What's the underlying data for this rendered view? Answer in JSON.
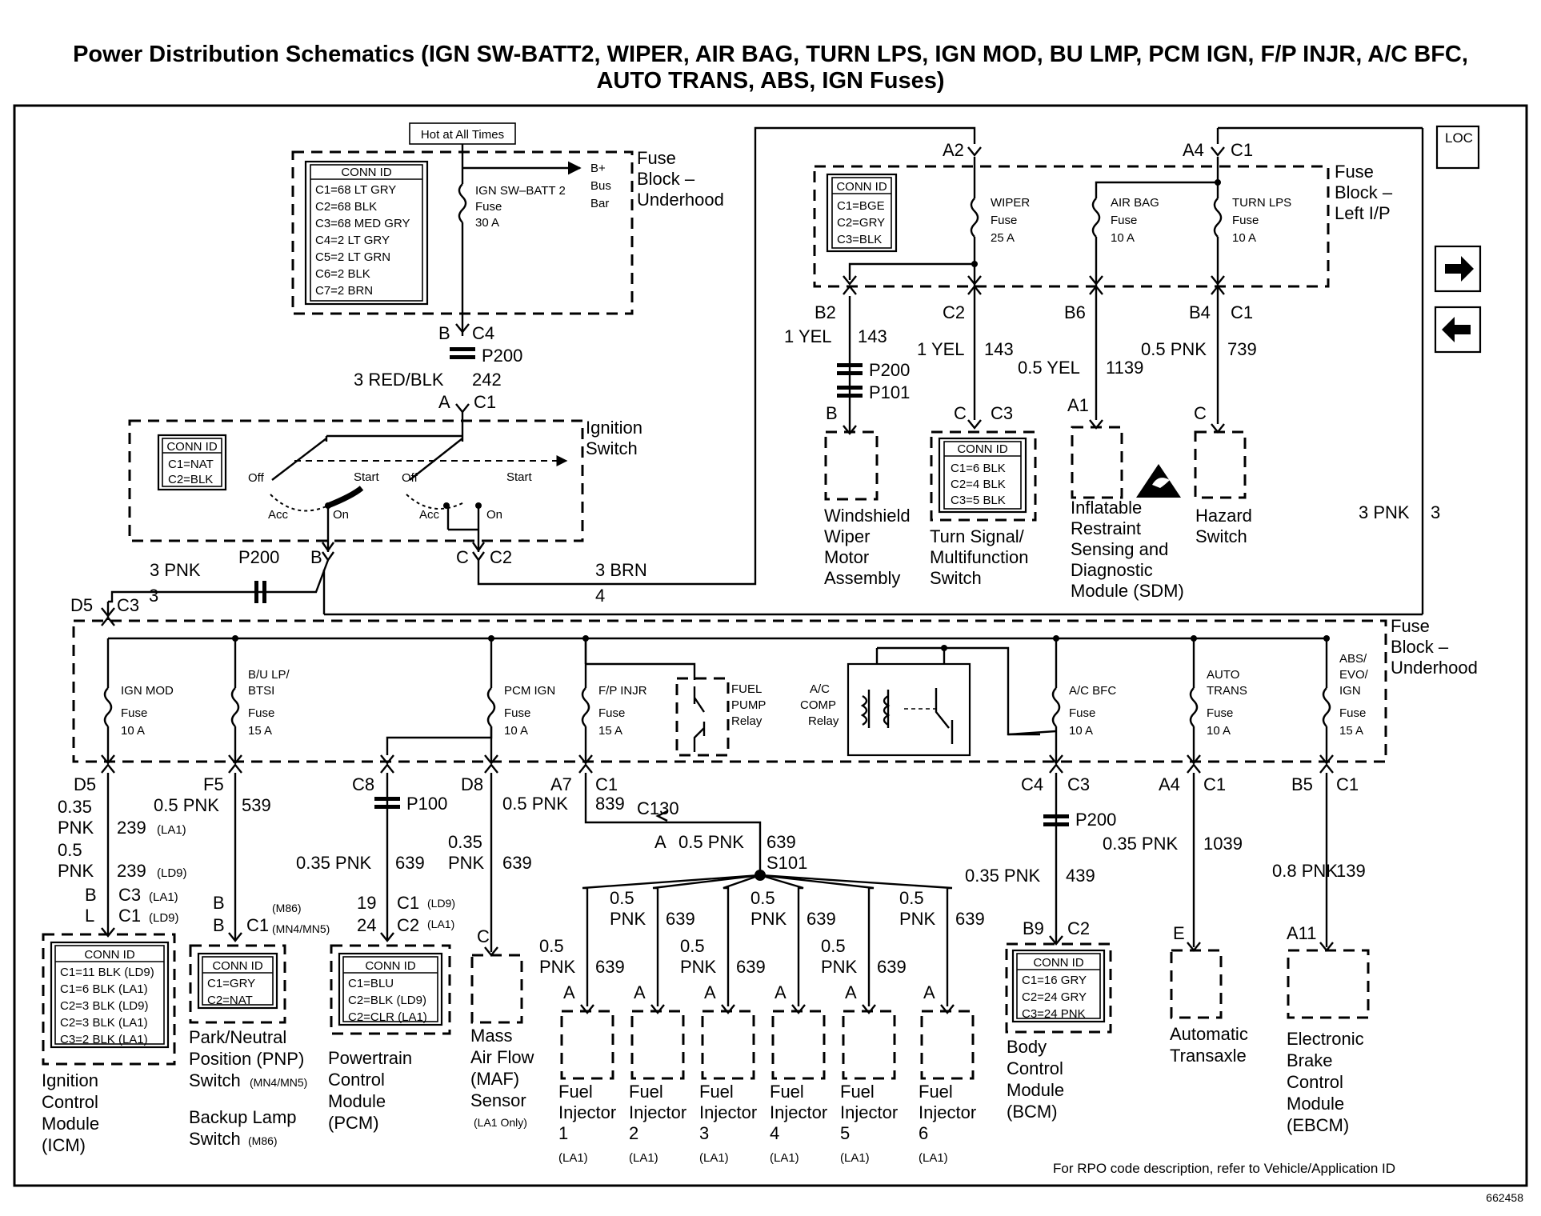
{
  "title": {
    "line1": "Power Distribution Schematics (IGN SW-BATT2, WIPER, AIR BAG, TURN LPS, IGN MOD, BU LMP, PCM IGN, F/P INJR, A/C BFC,",
    "line2": "AUTO TRANS, ABS, IGN Fuses)"
  },
  "hot_at_all_times": "Hot at All Times",
  "loc_icon": "LOC",
  "icons": [
    "loc-icon",
    "arrow-right-icon",
    "arrow-left-icon",
    "airbag-warning-icon"
  ],
  "fuse_block_underhood_top": {
    "label": [
      "Fuse",
      "Block –",
      "Underhood"
    ],
    "conn_title": "CONN ID",
    "conn_rows": [
      "C1=68 LT GRY",
      "C2=68 BLK",
      "C3=68 MED GRY",
      "C4=2 LT GRY",
      "C5=2 LT GRN",
      "C6=2 BLK",
      "C7=2 BRN"
    ],
    "fuse_label": [
      "IGN SW–BATT 2",
      "Fuse",
      "30 A"
    ],
    "busbar": [
      "B+",
      "Bus",
      "Bar"
    ],
    "out_pin": "B",
    "out_conn": "C4"
  },
  "p200_top": "P200",
  "wire_242": {
    "color": "3 RED/BLK",
    "circuit": "242"
  },
  "ign_switch": {
    "in_pin": "A",
    "in_conn": "C1",
    "label": [
      "Ignition",
      "Switch"
    ],
    "conn_title": "CONN ID",
    "conn_rows": [
      "C1=NAT",
      "C2=BLK"
    ],
    "positions": [
      "Off",
      "Start",
      "Acc",
      "On",
      "Off",
      "Start",
      "Acc",
      "On"
    ],
    "out_b": "B",
    "out_c": "C",
    "out_c2": "C2"
  },
  "wire_3pnk": {
    "color": "3 PNK",
    "circuit": "3",
    "splice": "P200"
  },
  "wire_3brn": {
    "color": "3 BRN",
    "circuit": "4"
  },
  "wire_right_3pnk": {
    "color": "3 PNK",
    "circuit": "3"
  },
  "fuse_block_lip": {
    "label": [
      "Fuse",
      "Block –",
      "Left I/P"
    ],
    "conn_title": "CONN ID",
    "conn_rows": [
      "C1=BGE",
      "C2=GRY",
      "C3=BLK"
    ],
    "in_a2": "A2",
    "in_a4": "A4",
    "in_c1": "C1",
    "fuses": [
      {
        "name": "WIPER",
        "word": "Fuse",
        "amps": "25 A"
      },
      {
        "name": "AIR BAG",
        "word": "Fuse",
        "amps": "10 A"
      },
      {
        "name": "TURN LPS",
        "word": "Fuse",
        "amps": "10 A"
      }
    ],
    "out": [
      {
        "pin": "B2",
        "wire": "1 YEL",
        "circuit": "143"
      },
      {
        "pin": "C2",
        "wire": "1 YEL",
        "circuit": "143"
      },
      {
        "pin": "B6",
        "wire": "0.5 YEL",
        "circuit": "1139"
      },
      {
        "pin": "B4",
        "conn": "C1",
        "wire": "0.5 PNK",
        "circuit": "739"
      }
    ]
  },
  "upper_components": [
    {
      "splices": [
        "P200",
        "P101"
      ],
      "pin": "B",
      "name": [
        "Windshield",
        "Wiper",
        "Motor",
        "Assembly"
      ]
    },
    {
      "pin": "C",
      "conn": "C3",
      "conn_title": "CONN ID",
      "conn_rows": [
        "C1=6 BLK",
        "C2=4 BLK",
        "C3=5 BLK"
      ],
      "name": [
        "Turn Signal/",
        "Multifunction",
        "Switch"
      ]
    },
    {
      "pin": "A1",
      "name": [
        "Inflatable",
        "Restraint",
        "Sensing and",
        "Diagnostic",
        "Module (SDM)"
      ]
    },
    {
      "pin": "C",
      "name": [
        "Hazard",
        "Switch"
      ]
    }
  ],
  "fuse_block_underhood_bottom": {
    "in_pin": "D5",
    "in_conn": "C3",
    "label": [
      "Fuse",
      "Block –",
      "Underhood"
    ],
    "fuses": [
      {
        "name": [
          "IGN MOD"
        ],
        "word": "Fuse",
        "amps": "10 A"
      },
      {
        "name": [
          "B/U LP/",
          "BTSI"
        ],
        "word": "Fuse",
        "amps": "15 A"
      },
      {
        "name": [
          "PCM IGN"
        ],
        "word": "Fuse",
        "amps": "10 A"
      },
      {
        "name": [
          "F/P INJR"
        ],
        "word": "Fuse",
        "amps": "15 A"
      },
      {
        "name": [
          "A/C BFC"
        ],
        "word": "Fuse",
        "amps": "10 A"
      },
      {
        "name": [
          "AUTO",
          "TRANS"
        ],
        "word": "Fuse",
        "amps": "10 A"
      },
      {
        "name": [
          "ABS/",
          "EVO/",
          "IGN"
        ],
        "word": "Fuse",
        "amps": "15 A"
      }
    ],
    "relays": [
      [
        "FUEL",
        "PUMP",
        "Relay"
      ],
      [
        "A/C",
        "COMP",
        "Relay"
      ]
    ]
  },
  "lower_wires": {
    "icm": {
      "pin": "D5",
      "w1": "0.35",
      "w1b": "PNK",
      "c1": "239",
      "rpo1": "(LA1)",
      "w2": "0.5",
      "w2b": "PNK",
      "c2": "239",
      "rpo2": "(LD9)",
      "p1": "B",
      "k1": "C3",
      "r1": "(LA1)",
      "p2": "L",
      "k2": "C1",
      "r2": "(LD9)"
    },
    "pnp": {
      "pin": "F5",
      "wire": "0.5 PNK",
      "circuit": "539",
      "p1": "B",
      "p2": "B",
      "k": "C1",
      "r1": "(M86)",
      "r2": "(MN4/MN5)"
    },
    "pcm": {
      "pin": "C8",
      "splice": "P100",
      "wire": "0.35 PNK",
      "circuit": "639",
      "p1": "19",
      "p2": "24",
      "k1": "C1",
      "k2": "C2",
      "r1": "(LD9)",
      "r2": "(LA1)"
    },
    "maf": {
      "pin": "D8",
      "w1": "0.35",
      "w2": "PNK",
      "circuit": "639",
      "term": "C"
    },
    "fpinjr": {
      "pin": "A7",
      "conn": "C1",
      "wire": "0.5 PNK",
      "circuit": "839",
      "c130": "C130",
      "a": "A",
      "wire2": "0.5 PNK",
      "circuit2": "639",
      "splice": "S101"
    },
    "injectors": [
      {
        "w1": "0.5",
        "w2": "PNK",
        "circuit": "639",
        "pin": "A"
      },
      {
        "w1": "0.5",
        "w2": "PNK",
        "circuit": "639",
        "pin": "A"
      },
      {
        "w1": "0.5",
        "w2": "PNK",
        "circuit": "639",
        "pin": "A"
      },
      {
        "w1": "0.5",
        "w2": "PNK",
        "circuit": "639",
        "pin": "A"
      },
      {
        "w1": "0.5",
        "w2": "PNK",
        "circuit": "639",
        "pin": "A"
      },
      {
        "w1": "0.5",
        "w2": "PNK",
        "circuit": "639",
        "pin": "A"
      }
    ],
    "bcm": {
      "pin": "C4",
      "conn": "C3",
      "splice": "P200",
      "wire": "0.35 PNK",
      "circuit": "439",
      "p2": "B9",
      "k2": "C2"
    },
    "trans": {
      "pin": "A4",
      "conn": "C1",
      "wire": "0.35 PNK",
      "circuit": "1039",
      "term": "E"
    },
    "ebcm": {
      "pin": "B5",
      "conn": "C1",
      "wire": "0.8 PNK",
      "circuit": "139",
      "term": "A11"
    }
  },
  "lower_components": [
    {
      "name": [
        "Ignition",
        "Control",
        "Module",
        "(ICM)"
      ],
      "conn_title": "CONN ID",
      "conn_rows": [
        "C1=11 BLK (LD9)",
        "C1=6 BLK (LA1)",
        "C2=3 BLK (LD9)",
        "C2=3 BLK (LA1)",
        "C3=2 BLK (LA1)"
      ]
    },
    {
      "name": [
        "Park/Neutral",
        "Position (PNP)",
        "Switch"
      ],
      "suffix": "(MN4/MN5)",
      "extra": [
        "Backup Lamp",
        "Switch"
      ],
      "extra_suffix": "(M86)",
      "conn_title": "CONN ID",
      "conn_rows": [
        "C1=GRY",
        "C2=NAT"
      ]
    },
    {
      "name": [
        "Powertrain",
        "Control",
        "Module",
        "(PCM)"
      ],
      "conn_title": "CONN ID",
      "conn_rows": [
        "C1=BLU",
        "C2=BLK (LD9)",
        "C2=CLR (LA1)"
      ]
    },
    {
      "name": [
        "Mass",
        "Air Flow",
        "(MAF)",
        "Sensor"
      ],
      "suffix": "(LA1 Only)"
    },
    {
      "name": [
        "Fuel",
        "Injector",
        "1"
      ],
      "suffix": "(LA1)"
    },
    {
      "name": [
        "Fuel",
        "Injector",
        "2"
      ],
      "suffix": "(LA1)"
    },
    {
      "name": [
        "Fuel",
        "Injector",
        "3"
      ],
      "suffix": "(LA1)"
    },
    {
      "name": [
        "Fuel",
        "Injector",
        "4"
      ],
      "suffix": "(LA1)"
    },
    {
      "name": [
        "Fuel",
        "Injector",
        "5"
      ],
      "suffix": "(LA1)"
    },
    {
      "name": [
        "Fuel",
        "Injector",
        "6"
      ],
      "suffix": "(LA1)"
    },
    {
      "name": [
        "Body",
        "Control",
        "Module",
        "(BCM)"
      ],
      "conn_title": "CONN ID",
      "conn_rows": [
        "C1=16 GRY",
        "C2=24 GRY",
        "C3=24 PNK"
      ]
    },
    {
      "name": [
        "Automatic",
        "Transaxle"
      ]
    },
    {
      "name": [
        "Electronic",
        "Brake",
        "Control",
        "Module",
        "(EBCM)"
      ]
    }
  ],
  "footer": "For RPO code description, refer to Vehicle/Application ID",
  "figure_id": "662458"
}
